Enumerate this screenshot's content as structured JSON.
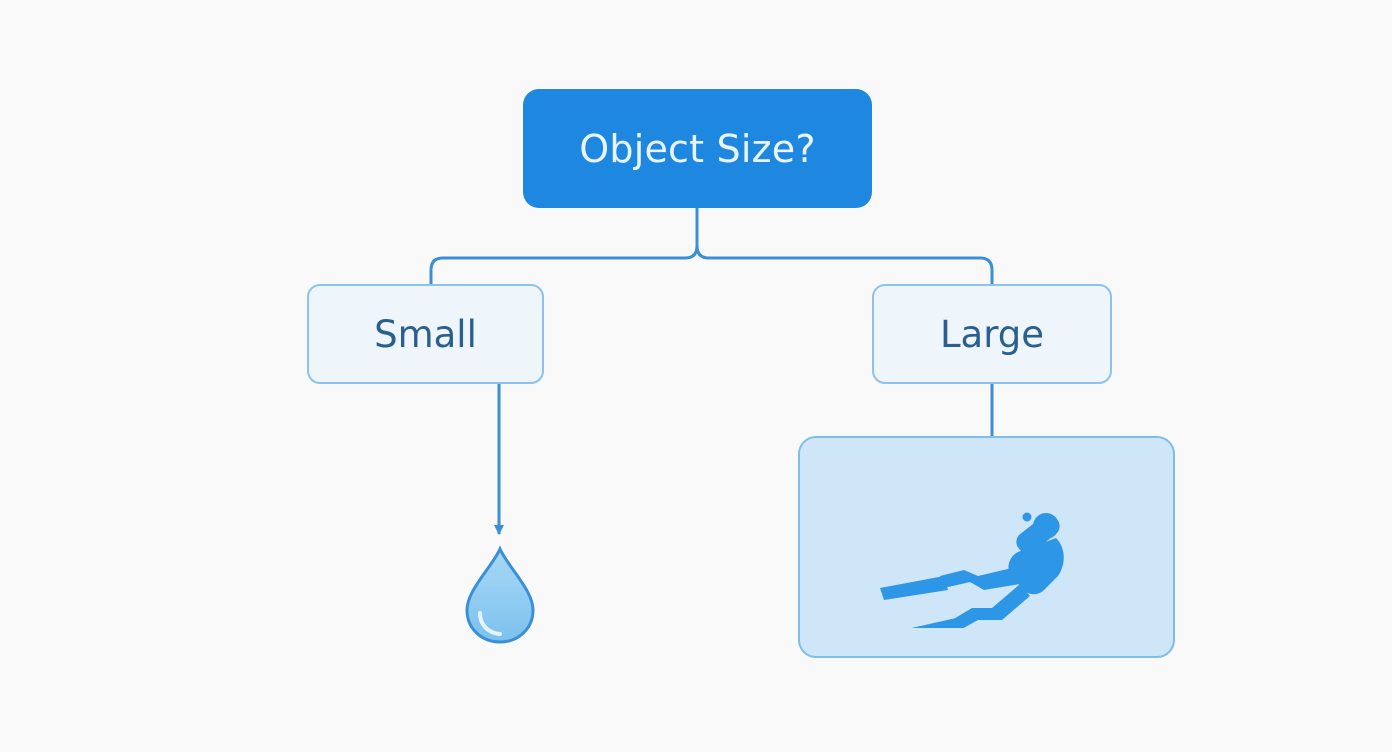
{
  "diagram": {
    "root_label": "Object Size?",
    "small_label": "Small",
    "large_label": "Large"
  },
  "icons": {
    "small": "water-drop-icon",
    "large": "scuba-diver-icon"
  },
  "colors": {
    "root_fill": "#1e88e0",
    "branch_fill": "#eef5fb",
    "branch_border": "#8cc3ea",
    "connector": "#3a8fd6",
    "panel_fill": "#cfe6f8",
    "icon_blue": "#2e96e6"
  }
}
